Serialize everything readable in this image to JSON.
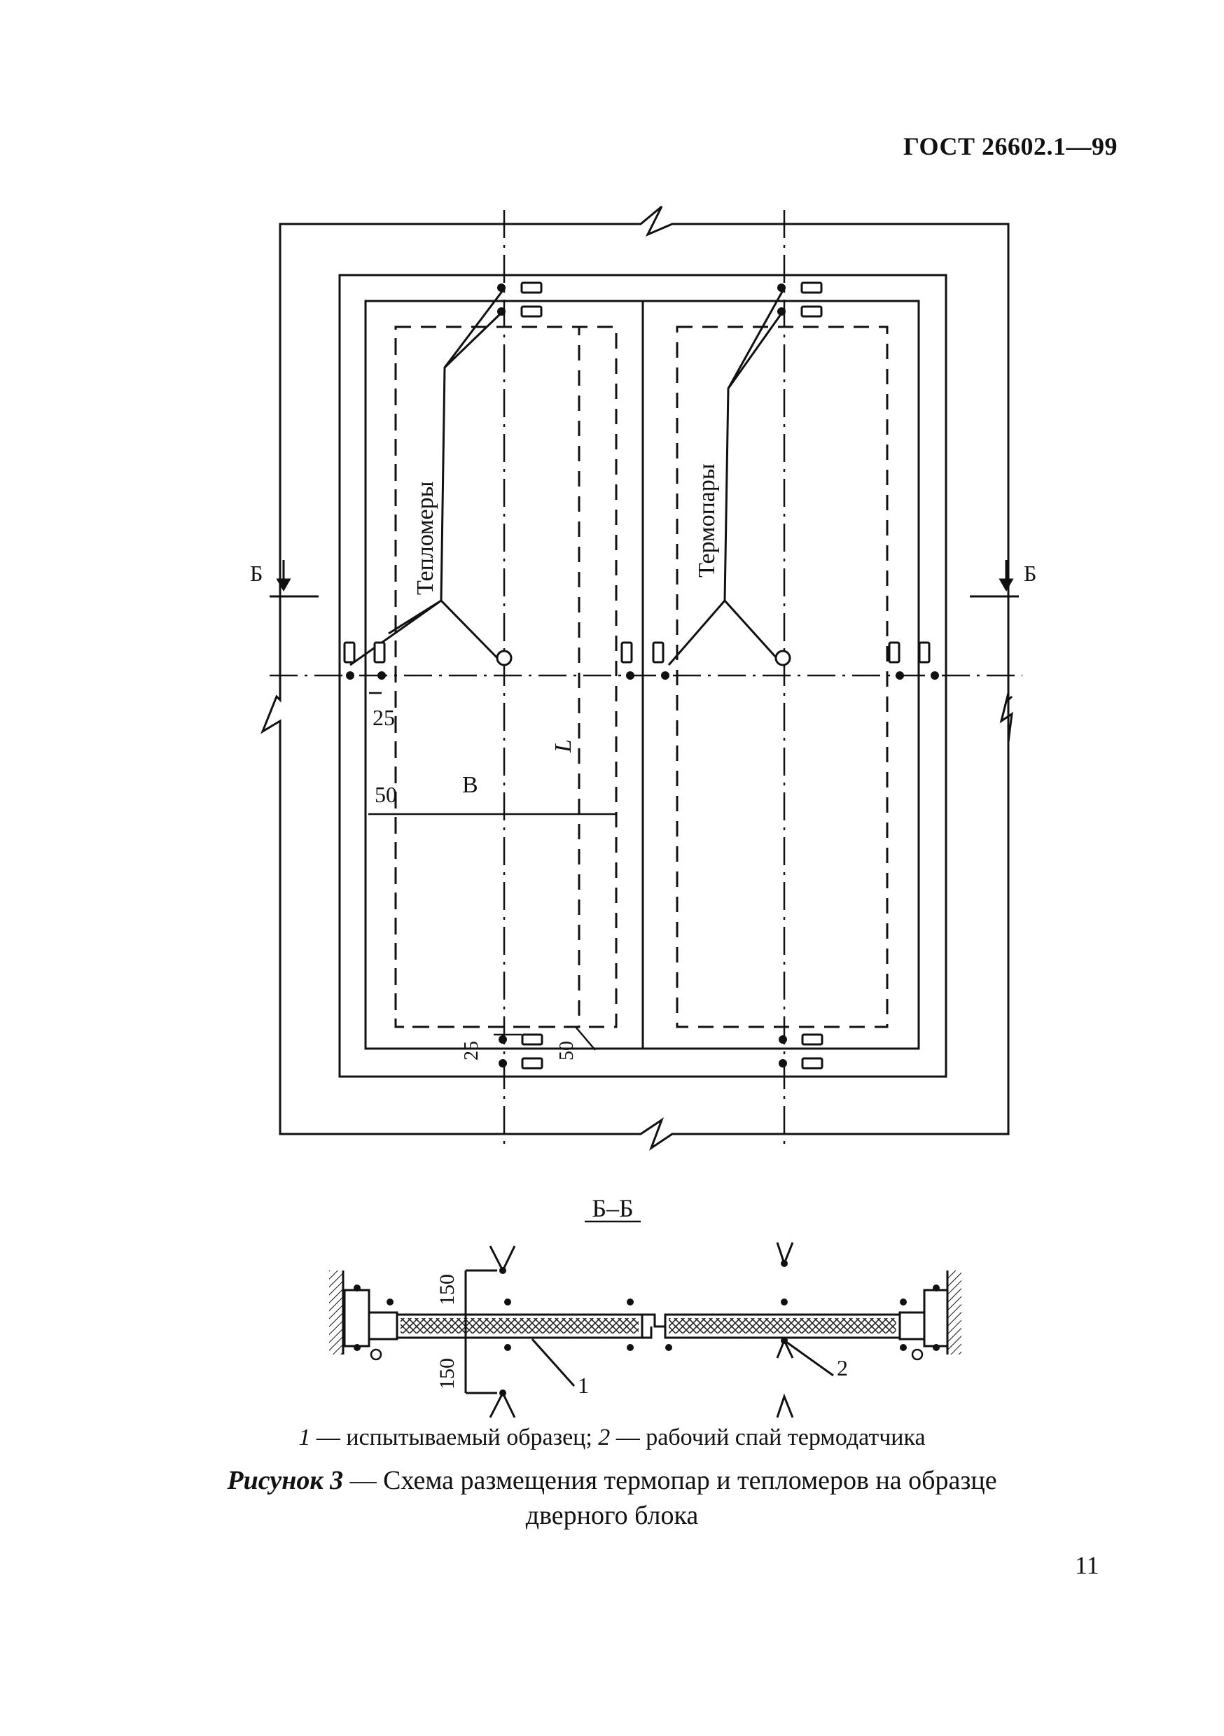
{
  "header": {
    "standard": "ГОСТ 26602.1—99"
  },
  "plan": {
    "label_heat_meters": "Тепломеры",
    "label_thermocouples": "Термопары",
    "section_mark": "Б",
    "dim_25": "25",
    "dim_50": "50",
    "dim_B": "B",
    "dim_L": "L"
  },
  "section": {
    "title": "Б–Б",
    "dim_150": "150",
    "callout_1": "1",
    "callout_2": "2"
  },
  "legend": {
    "n1": "1",
    "t1": " — испытываемый образец; ",
    "n2": "2",
    "t2": " — рабочий спай термодатчика"
  },
  "caption": {
    "label": "Рисунок 3",
    "text_line1": " — Схема размещения термопар и тепломеров на образце",
    "text_line2": "дверного блока"
  },
  "footer": {
    "page_number": "11"
  }
}
